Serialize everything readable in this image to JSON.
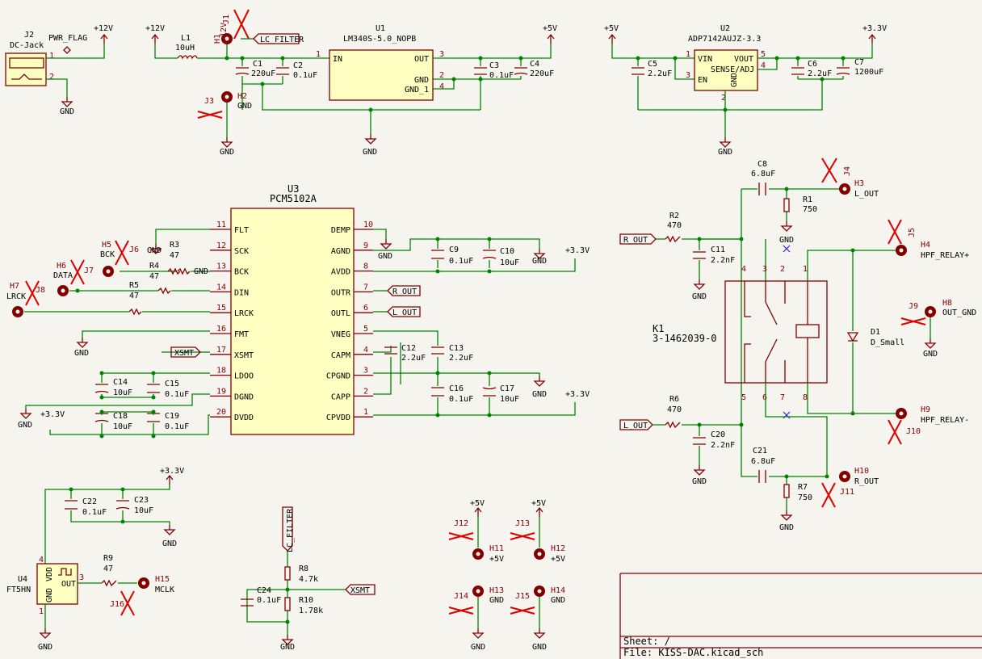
{
  "file": {
    "sheet": "Sheet: /",
    "name": "File: KISS-DAC.kicad_sch"
  },
  "power": {
    "p12": "+12V",
    "p5": "+5V",
    "p33": "+3.3V",
    "gnd": "GND",
    "pwrflag": "PWR_FLAG"
  },
  "labels": {
    "lc_filter": "LC_FILTER",
    "r_out": "R_OUT",
    "l_out": "L_OUT",
    "xsmt": "XSMT"
  },
  "parts": {
    "j2": {
      "ref": "J2",
      "val": "DC-Jack"
    },
    "l1": {
      "ref": "L1",
      "val": "10uH"
    },
    "c1": {
      "ref": "C1",
      "val": "220uF"
    },
    "c2": {
      "ref": "C2",
      "val": "0.1uF"
    },
    "u1": {
      "ref": "U1",
      "val": "LM340S-5.0_NOPB",
      "pins": [
        "IN",
        "OUT",
        "GND",
        "GND_1"
      ]
    },
    "c3": {
      "ref": "C3",
      "val": "0.1uF"
    },
    "c4": {
      "ref": "C4",
      "val": "220uF"
    },
    "u2": {
      "ref": "U2",
      "val": "ADP7142AUJZ-3.3",
      "pins": [
        "VIN",
        "EN",
        "VOUT",
        "SENSE/ADJ",
        "GND"
      ]
    },
    "c5": {
      "ref": "C5",
      "val": "2.2uF"
    },
    "c6": {
      "ref": "C6",
      "val": "2.2uF"
    },
    "c7": {
      "ref": "C7",
      "val": "1200uF"
    },
    "u3": {
      "ref": "U3",
      "val": "PCM5102A",
      "left_pins": [
        [
          "11",
          "FLT"
        ],
        [
          "12",
          "SCK"
        ],
        [
          "13",
          "BCK"
        ],
        [
          "14",
          "DIN"
        ],
        [
          "15",
          "LRCK"
        ],
        [
          "16",
          "FMT"
        ],
        [
          "17",
          "XSMT"
        ],
        [
          "18",
          "LDOO"
        ],
        [
          "19",
          "DGND"
        ],
        [
          "20",
          "DVDD"
        ]
      ],
      "right_pins": [
        [
          "10",
          "DEMP"
        ],
        [
          "9",
          "AGND"
        ],
        [
          "8",
          "AVDD"
        ],
        [
          "7",
          "OUTR"
        ],
        [
          "6",
          "OUTL"
        ],
        [
          "5",
          "VNEG"
        ],
        [
          "4",
          "CAPM"
        ],
        [
          "3",
          "CPGND"
        ],
        [
          "2",
          "CAPP"
        ],
        [
          "1",
          "CPVDD"
        ]
      ]
    },
    "r3": {
      "ref": "R3",
      "val": "47"
    },
    "r4": {
      "ref": "R4",
      "val": "47"
    },
    "r5": {
      "ref": "R5",
      "val": "47"
    },
    "c9": {
      "ref": "C9",
      "val": "0.1uF"
    },
    "c10": {
      "ref": "C10",
      "val": "10uF"
    },
    "c12": {
      "ref": "C12",
      "val": "2.2uF"
    },
    "c13": {
      "ref": "C13",
      "val": "2.2uF"
    },
    "c14": {
      "ref": "C14",
      "val": "10uF"
    },
    "c15": {
      "ref": "C15",
      "val": "0.1uF"
    },
    "c16": {
      "ref": "C16",
      "val": "0.1uF"
    },
    "c17": {
      "ref": "C17",
      "val": "10uF"
    },
    "c18": {
      "ref": "C18",
      "val": "10uF"
    },
    "c19": {
      "ref": "C19",
      "val": "0.1uF"
    },
    "c8": {
      "ref": "C8",
      "val": "6.8uF"
    },
    "r1": {
      "ref": "R1",
      "val": "750"
    },
    "r2": {
      "ref": "R2",
      "val": "470"
    },
    "c11": {
      "ref": "C11",
      "val": "2.2nF"
    },
    "k1": {
      "ref": "K1",
      "val": "3-1462039-0"
    },
    "d1": {
      "ref": "D1",
      "val": "D_Small"
    },
    "r6": {
      "ref": "R6",
      "val": "470"
    },
    "c20": {
      "ref": "C20",
      "val": "2.2nF"
    },
    "c21": {
      "ref": "C21",
      "val": "6.8uF"
    },
    "r7": {
      "ref": "R7",
      "val": "750"
    },
    "c22": {
      "ref": "C22",
      "val": "0.1uF"
    },
    "c23": {
      "ref": "C23",
      "val": "10uF"
    },
    "u4": {
      "ref": "U4",
      "val": "FT5HN",
      "pins": [
        "VDD",
        "GND",
        "OUT"
      ]
    },
    "r9": {
      "ref": "R9",
      "val": "47"
    },
    "r8": {
      "ref": "R8",
      "val": "4.7k"
    },
    "r10": {
      "ref": "R10",
      "val": "1.78k"
    },
    "c24": {
      "ref": "C24",
      "val": "0.1uF"
    }
  },
  "holes": {
    "h1": {
      "ref": "H1",
      "val": "+12V",
      "j": "J1"
    },
    "h2": {
      "ref": "H2",
      "val": "GND",
      "j": "J3"
    },
    "h3": {
      "ref": "H3",
      "val": "L_OUT",
      "j": "J4"
    },
    "h4": {
      "ref": "H4",
      "val": "HPF_RELAY+",
      "j": "J5"
    },
    "h5": {
      "ref": "H5",
      "val": "BCK",
      "j": "J6"
    },
    "h6": {
      "ref": "H6",
      "val": "DATA",
      "j": "J7"
    },
    "h7": {
      "ref": "H7",
      "val": "LRCK",
      "j": "J8"
    },
    "h8": {
      "ref": "H8",
      "val": "OUT_GND",
      "j": "J9"
    },
    "h9": {
      "ref": "H9",
      "val": "HPF_RELAY-",
      "j": "J10"
    },
    "h10": {
      "ref": "H10",
      "val": "R_OUT",
      "j": "J11"
    },
    "h11": {
      "ref": "H11",
      "val": "+5V",
      "j": "J12"
    },
    "h12": {
      "ref": "H12",
      "val": "+5V",
      "j": "J13"
    },
    "h13": {
      "ref": "H13",
      "val": "GND",
      "j": "J14"
    },
    "h14": {
      "ref": "H14",
      "val": "GND",
      "j": "J15"
    },
    "h15": {
      "ref": "H15",
      "val": "MCLK",
      "j": "J16"
    }
  }
}
